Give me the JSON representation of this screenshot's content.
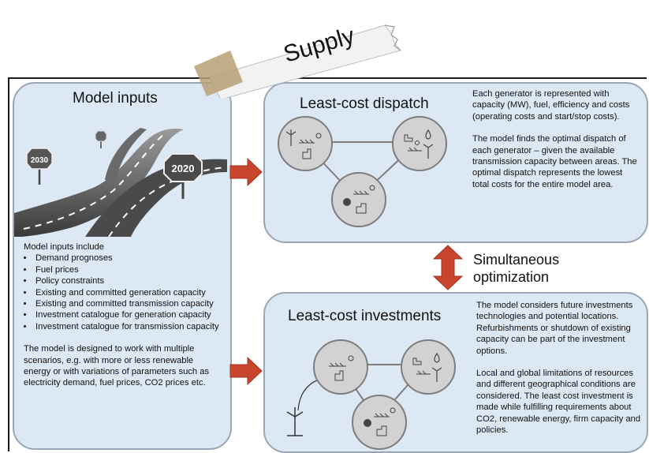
{
  "tape_label": "Supply",
  "model_inputs": {
    "title": "Model inputs",
    "road_signs": [
      "2030",
      "2020"
    ],
    "intro": "Model inputs include",
    "items": [
      "Demand prognoses",
      "Fuel prices",
      "Policy constraints",
      "Existing and committed generation capacity",
      "Existing and committed transmission capacity",
      "Investment catalogue for generation capacity",
      "Investment catalogue for transmission capacity"
    ],
    "footer": "The model is designed to work with multiple scenarios, e.g. with more or less renewable energy or with variations of parameters such as electricity demand, fuel prices, CO2 prices etc."
  },
  "dispatch": {
    "title": "Least-cost dispatch",
    "paragraph1": "Each generator is represented with capacity (MW), fuel, efficiency and costs (operating costs and start/stop costs).",
    "paragraph2": "The model finds the optimal dispatch of each generator – given the available transmission capacity between areas. The optimal dispatch represents the lowest total costs for the entire model area."
  },
  "optimization": {
    "line1": "Simultaneous",
    "line2": "optimization"
  },
  "investments": {
    "title": "Least-cost investments",
    "paragraph1": "The model considers future investments technologies and potential locations. Refurbishments or shutdown of existing capacity can be part of the investment options.",
    "paragraph2": "Local and global limitations of resources and different geographical conditions are considered. The least cost investment is made while fulfilling requirements about CO2, renewable energy, firm capacity and policies."
  },
  "colors": {
    "panel_fill": "#dce8f4",
    "panel_border": "#9aa6b4",
    "arrow": "#c8442c",
    "node_fill": "#d2d2d2"
  }
}
